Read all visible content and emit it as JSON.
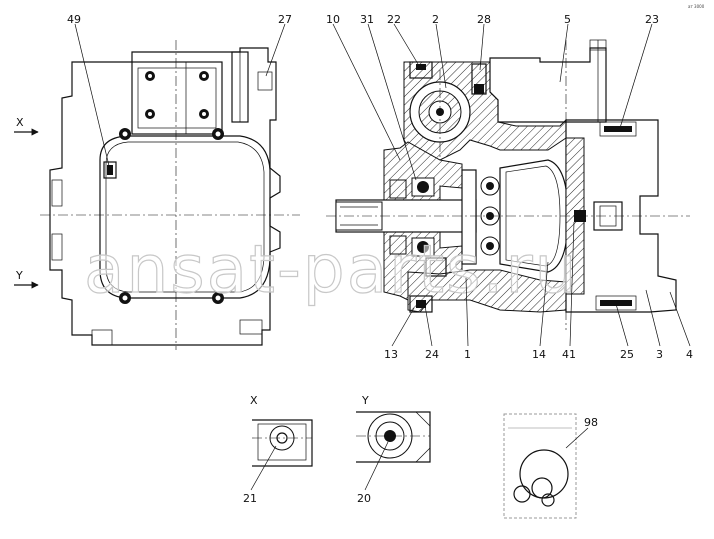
{
  "corner_mark": "ат 3000",
  "view_labels": {
    "x_arrow": "X",
    "y_arrow": "Y",
    "x_detail": "X",
    "y_detail": "Y"
  },
  "callouts": [
    "49",
    "27",
    "10",
    "31",
    "22",
    "2",
    "28",
    "5",
    "23",
    "13",
    "24",
    "1",
    "14",
    "41",
    "25",
    "3",
    "4",
    "21",
    "20",
    "98"
  ],
  "watermark": "ansat-parts.ru"
}
